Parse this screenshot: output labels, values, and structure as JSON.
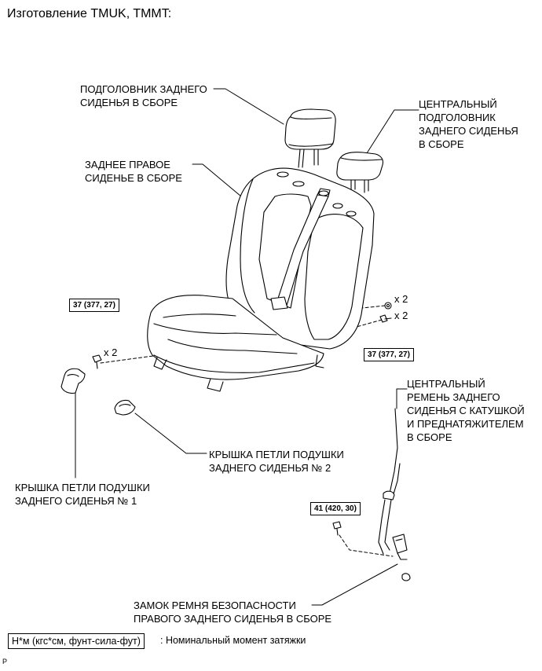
{
  "title": "Изготовление TMUK, TMMT:",
  "labels": {
    "rear_headrest": "ПОДГОЛОВНИК ЗАДНЕГО\nСИДЕНЬЯ В СБОРЕ",
    "center_headrest": "ЦЕНТРАЛЬНЫЙ\nПОДГОЛОВНИК\nЗАДНЕГО СИДЕНЬЯ\nВ СБОРЕ",
    "rear_right_seat": "ЗАДНЕЕ ПРАВОЕ\nСИДЕНЬЕ В СБОРЕ",
    "center_belt": "ЦЕНТРАЛЬНЫЙ\nРЕМЕНЬ ЗАДНЕГО\nСИДЕНЬЯ С КАТУШКОЙ\nИ ПРЕДНАТЯЖИТЕЛЕМ\nВ СБОРЕ",
    "hinge_cover_2": "КРЫШКА ПЕТЛИ ПОДУШКИ\nЗАДНЕГО СИДЕНЬЯ № 2",
    "hinge_cover_1": "КРЫШКА ПЕТЛИ ПОДУШКИ\nЗАДНЕГО СИДЕНЬЯ № 1",
    "buckle": "ЗАМОК РЕМНЯ БЕЗОПАСНОСТИ\nПРАВОГО ЗАДНЕГО СИДЕНЬЯ В СБОРЕ"
  },
  "torques": {
    "left": "37 (377, 27)",
    "right": "37 (377, 27)",
    "belt": "41 (420, 30)"
  },
  "multipliers": {
    "left_bolt": "x 2",
    "right_nut": "x 2",
    "right_bolt": "x 2"
  },
  "legend": {
    "box": "Н*м (кгс*см, фунт-сила-фут)",
    "description": ": Номинальный момент затяжки"
  },
  "figure_code": "P"
}
